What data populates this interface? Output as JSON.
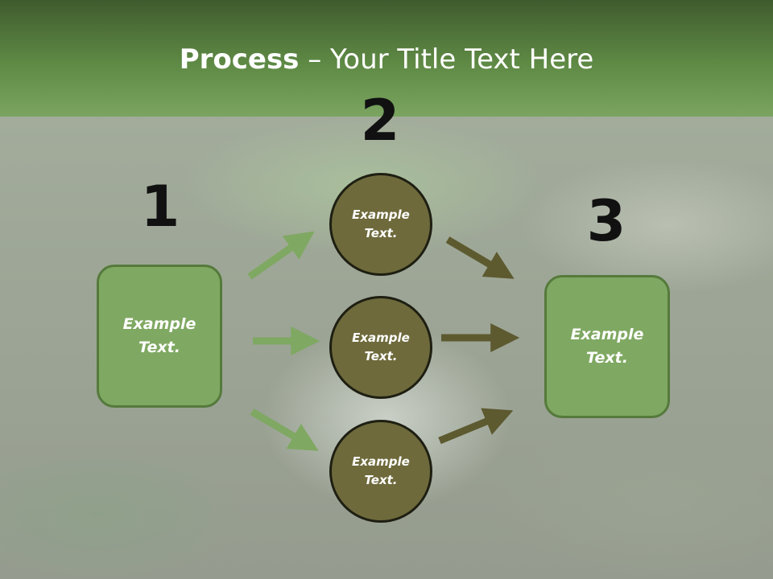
{
  "header": {
    "title_bold": "Process",
    "title_rest": " – Your Title Text Here"
  },
  "steps": {
    "num1": "1",
    "num2": "2",
    "num3": "3"
  },
  "nodes": {
    "left_box": "Example Text.",
    "circle_top": "Example Text.",
    "circle_middle": "Example Text.",
    "circle_bottom": "Example Text.",
    "right_box": "Example Text."
  },
  "colors": {
    "header_green": "#5f8a45",
    "box_green": "#7fa862",
    "circle_olive": "#6e6a3c",
    "arrow_light": "#7fa862",
    "arrow_dark": "#5d5a30"
  }
}
